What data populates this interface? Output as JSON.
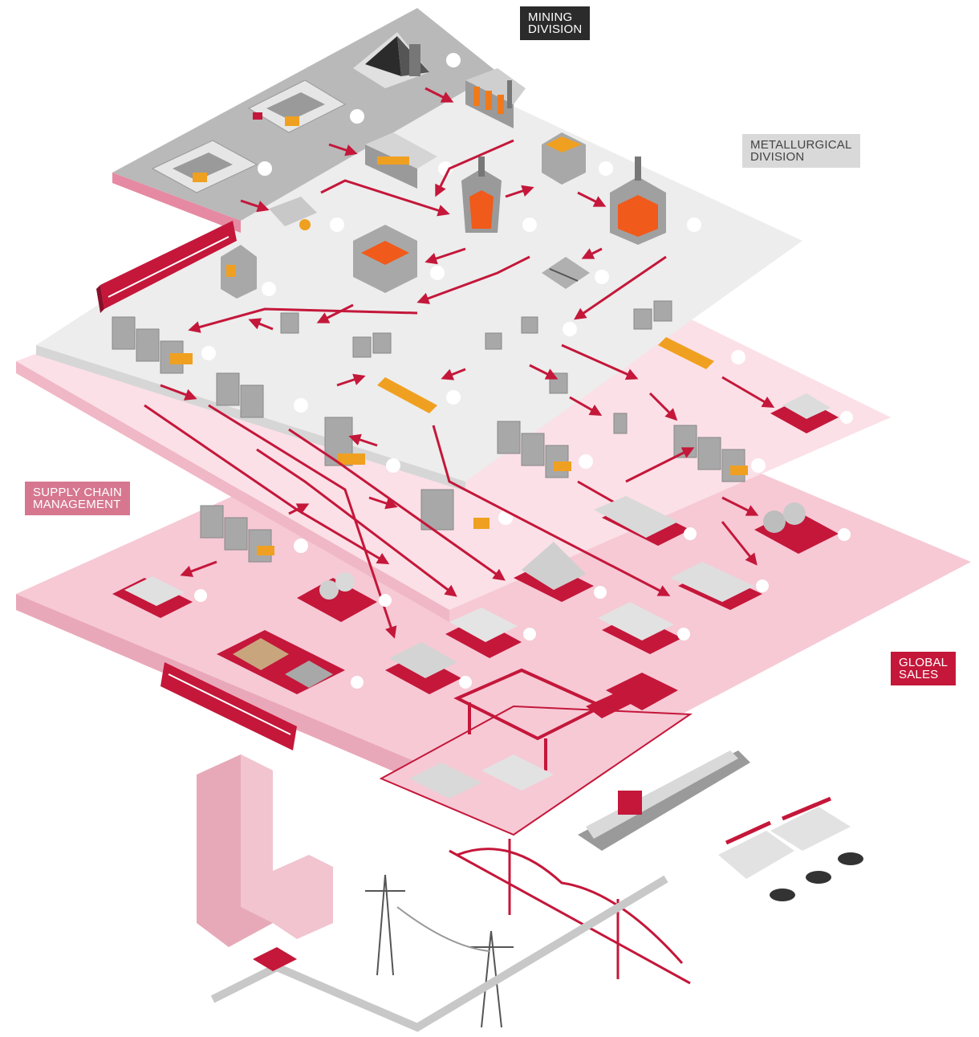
{
  "labels": {
    "mining": {
      "line1": "MINING",
      "line2": "DIVISION"
    },
    "metallurgical": {
      "line1": "METALLURGICAL",
      "line2": "DIVISION"
    },
    "supply": {
      "line1": "SUPPLY CHAIN",
      "line2": "MANAGEMENT"
    },
    "sales": {
      "line1": "GLOBAL",
      "line2": "SALES"
    }
  },
  "colors": {
    "mining_layer": "#b9b9b9",
    "metallurgical_layer": "#ededed",
    "supply_layer": "#f7d3dd",
    "sales_layer": "#f6c9d5",
    "flow_arrow": "#c4173a",
    "brand_red": "#c4173a",
    "dark": "#2b2b2b"
  },
  "icons": {
    "mine_pits": "open-pit-mine-icon",
    "furnace": "blast-furnace-icon",
    "rolling_mill": "rolling-mill-icon",
    "product": "steel-product-icon",
    "train": "train-icon",
    "ship": "cargo-ship-icon",
    "oil_pump": "oil-pump-jack-icon",
    "bridge": "bridge-icon",
    "power_tower": "power-tower-icon",
    "office": "office-building-icon",
    "port": "port-crane-icon"
  }
}
